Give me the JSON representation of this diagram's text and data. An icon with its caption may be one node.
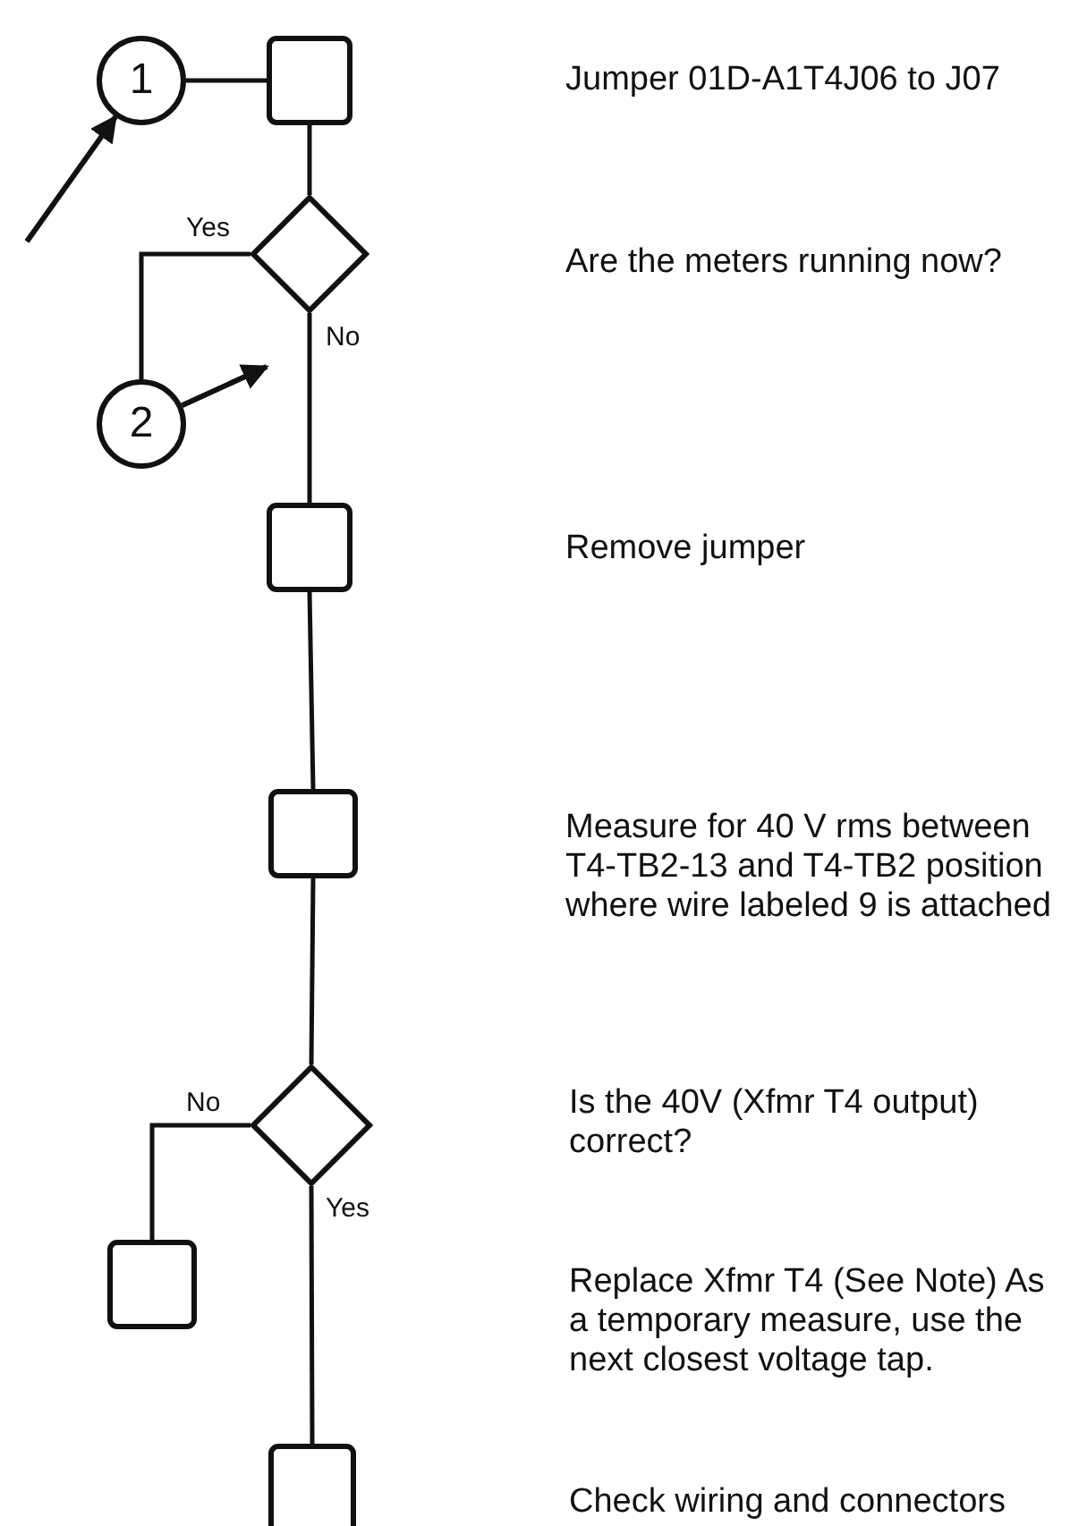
{
  "diagram": {
    "nodes": [
      {
        "text": [
          "1"
        ]
      },
      {
        "text": [],
        "shape": "box"
      },
      {
        "text": [],
        "shape": "diamond"
      },
      {
        "text": [
          "2"
        ]
      },
      {
        "text": [],
        "shape": "box"
      },
      {
        "text": [],
        "shape": "box"
      },
      {
        "text": [],
        "shape": "diamond"
      },
      {
        "text": [],
        "shape": "box"
      },
      {
        "text": [],
        "shape": "box"
      }
    ],
    "edges": [
      {
        "from": null,
        "to": 0,
        "arrow": "to"
      },
      {
        "from": 0,
        "to": 1,
        "arrow": "none"
      },
      {
        "from": 1,
        "to": 2,
        "arrow": "none"
      },
      {
        "from": 2,
        "to": 3,
        "arrow": "none",
        "label": "Yes"
      },
      {
        "from": 2,
        "to": 4,
        "arrow": "none",
        "label": "No"
      },
      {
        "from": 3,
        "to": null,
        "arrow": "to"
      },
      {
        "from": 4,
        "to": 5,
        "arrow": "none"
      },
      {
        "from": 5,
        "to": 6,
        "arrow": "none"
      },
      {
        "from": 6,
        "to": 7,
        "arrow": "none",
        "label": "No"
      },
      {
        "from": 6,
        "to": 8,
        "arrow": "none",
        "label": "Yes"
      }
    ],
    "labels": [
      "Jumper 01D-A1T4J06 to J07",
      "Are the meters running now?",
      "Remove jumper",
      "Measure for 40 V rms between T4-TB2-13 and T4-TB2 position where wire labeled 9 is attached",
      "Is the 40V (Xfmr T4 output) correct?",
      "Replace Xfmr T4 (See Note) As a temporary measure, use the next closest voltage tap.",
      "Check wiring and connectors"
    ]
  }
}
